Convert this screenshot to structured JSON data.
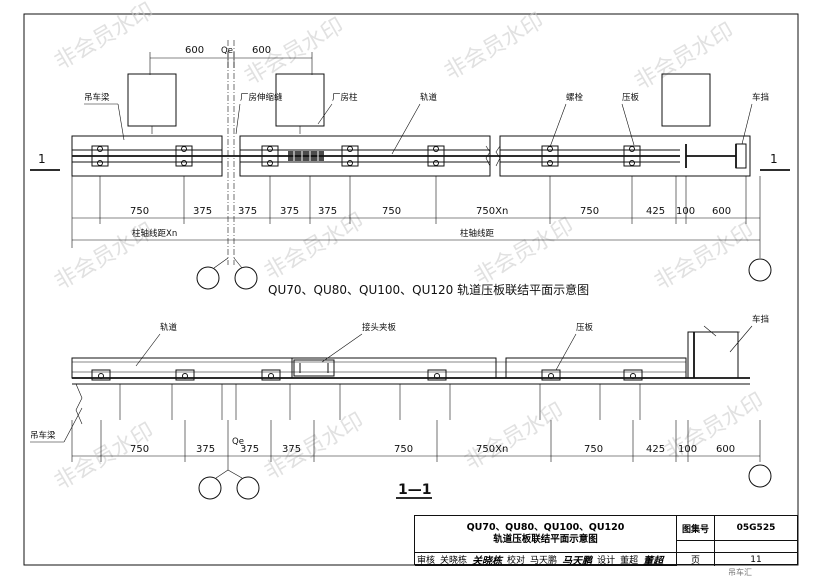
{
  "plan": {
    "dims_top": [
      "600",
      "600"
    ],
    "axis_mark": "Qe",
    "labels": {
      "crane_beam": "吊车梁",
      "expansion_joint": "厂房伸缩缝",
      "column": "厂房柱",
      "rail": "轨道",
      "bolt": "螺栓",
      "pressure_plate": "压板",
      "car_stop": "车挡"
    },
    "section_mark": "1",
    "dims_bottom": [
      "750",
      "375",
      "375",
      "375",
      "375",
      "750",
      "750Xn",
      "750",
      "425",
      "100",
      "600"
    ],
    "axis_distance_left": "柱轴线距Xn",
    "axis_distance_right": "柱轴线距",
    "title": "QU70、QU80、QU100、QU120 轨道压板联结平面示意图"
  },
  "section": {
    "labels": {
      "rail": "轨道",
      "joint_splice_plate": "接头夹板",
      "pressure_plate": "压板",
      "car_stop": "车挡",
      "crane_beam": "吊车梁"
    },
    "axis_mark": "Qe",
    "dims": [
      "750",
      "375",
      "375",
      "375",
      "750",
      "750Xn",
      "750",
      "425",
      "100",
      "600"
    ],
    "title": "1—1"
  },
  "watermark": "非会员水印",
  "title_block": {
    "title_line1": "QU70、QU80、QU100、QU120",
    "title_line2": "轨道压板联结平面示意图",
    "set_label": "图集号",
    "set_value": "05G525",
    "page_label": "页",
    "page_value": "11",
    "sign": {
      "review_label": "审核",
      "review_name": "关晓栋",
      "review_sig": "关晓栋",
      "check_label": "校对",
      "check_name": "马天鹏",
      "check_sig": "马天鹏",
      "design_label": "设计",
      "design_name": "董超",
      "design_sig": "董超"
    }
  },
  "logo": "吊车汇"
}
